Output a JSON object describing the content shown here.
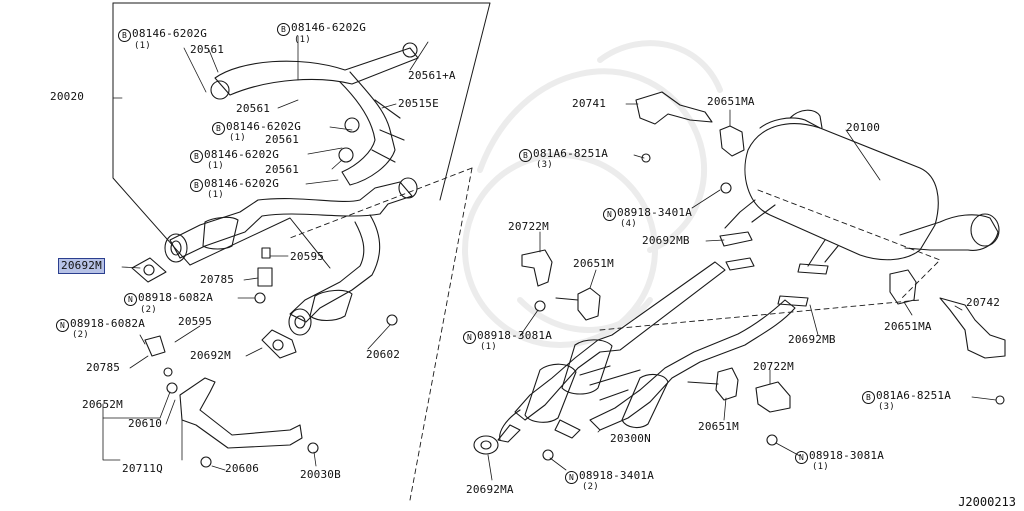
{
  "diagram": {
    "code": "J2000213",
    "colors": {
      "ink": "#1a1a1a",
      "highlight": "#b7c2e6",
      "highlight_border": "#2b3f8f"
    },
    "symbols": {
      "bolt": "B",
      "nut": "N"
    },
    "labels": {
      "p20020": "20020",
      "b_a": "08146-6202G",
      "q_b_a": "(1)",
      "p20561_a": "20561",
      "b_b": "08146-6202G",
      "q_b_b": "(1)",
      "p20561a": "20561+A",
      "p20561_b": "20561",
      "p20515e": "20515E",
      "b_c": "08146-6202G",
      "q_b_c": "(1)",
      "p20561_c": "20561",
      "b_d": "08146-6202G",
      "q_b_d": "(1)",
      "p20561_d": "20561",
      "b_e": "08146-6202G",
      "q_b_e": "(1)",
      "p20692m_hl": "20692M",
      "p20595_a": "20595",
      "p20785_a": "20785",
      "n_a": "08918-6082A",
      "q_n_a": "(2)",
      "n_b": "08918-6082A",
      "q_n_b": "(2)",
      "p20595_b": "20595",
      "p20692m_b": "20692M",
      "p20785_b": "20785",
      "p20602": "20602",
      "p20652m": "20652M",
      "p20610": "20610",
      "p20711q": "20711Q",
      "p20606": "20606",
      "p20030b": "20030B",
      "p20741": "20741",
      "p20651ma_a": "20651MA",
      "p20100": "20100",
      "b_f": "081A6-8251A",
      "q_b_f": "(3)",
      "n_c": "08918-3401A",
      "q_n_c": "(4)",
      "p20722m_a": "20722M",
      "p20692mb_a": "20692MB",
      "p20651m_a": "20651M",
      "n_d": "08918-3081A",
      "q_n_d": "(1)",
      "p20692mb_b": "20692MB",
      "p20651ma_b": "20651MA",
      "p20742": "20742",
      "p20722m_b": "20722M",
      "b_g": "081A6-8251A",
      "q_b_g": "(3)",
      "p20300n": "20300N",
      "p20651m_b": "20651M",
      "n_e": "08918-3081A",
      "q_n_e": "(1)",
      "p20692ma": "20692MA",
      "n_f": "08918-3401A",
      "q_n_f": "(2)"
    }
  }
}
